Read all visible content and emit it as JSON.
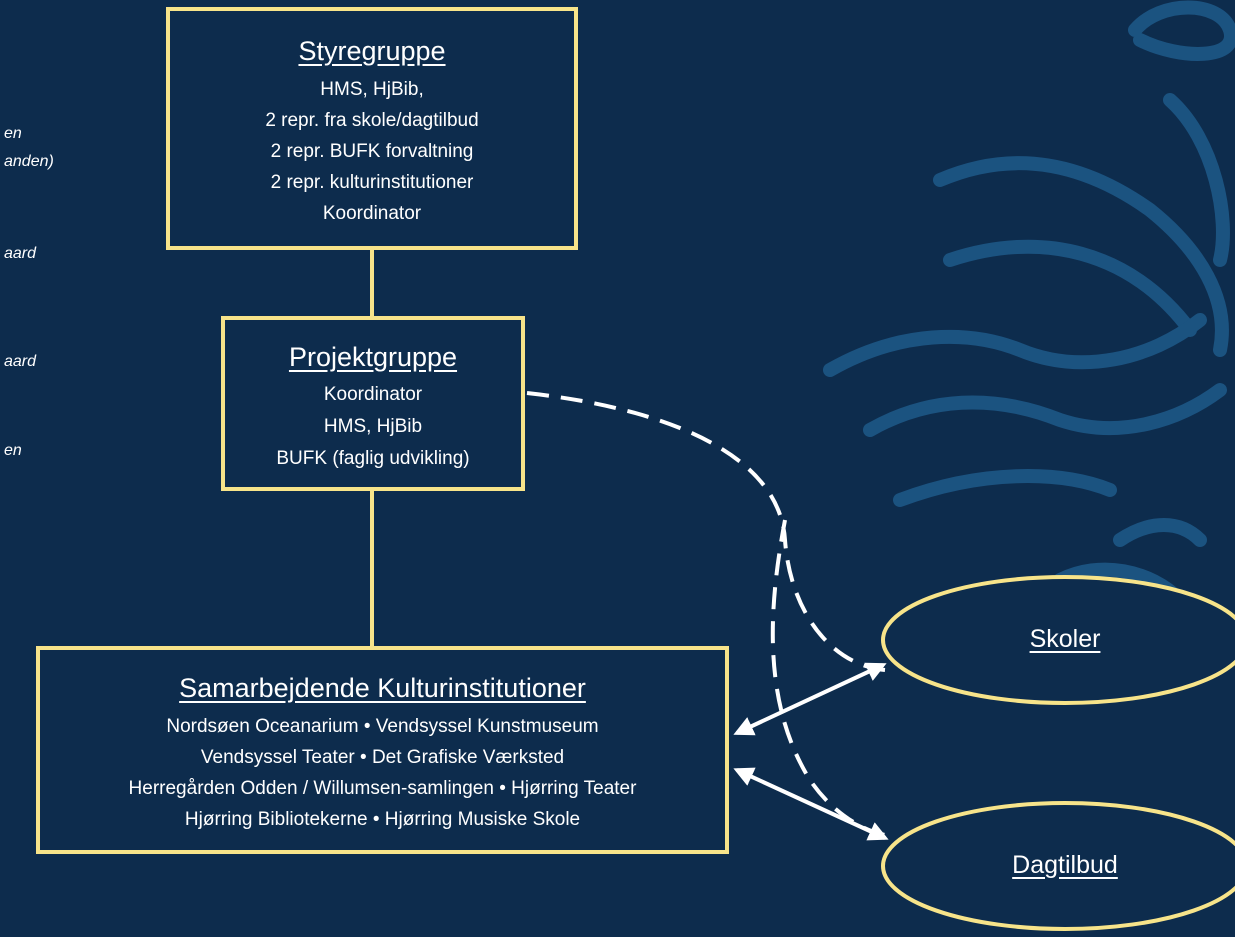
{
  "colors": {
    "background": "#0d2c4d",
    "border": "#f7e48a",
    "text": "#ffffff",
    "decor": "#1e5a8a"
  },
  "left_fragments": [
    "en",
    "anden)",
    "aard",
    "aard",
    "en"
  ],
  "styregruppe": {
    "title": "Styregruppe",
    "lines": [
      "HMS, HjBib,",
      "2 repr. fra skole/dagtilbud",
      "2 repr. BUFK forvaltning",
      "2 repr. kulturinstitutioner",
      "Koordinator"
    ]
  },
  "projektgruppe": {
    "title": "Projektgruppe",
    "lines": [
      "Koordinator",
      "HMS, HjBib",
      "BUFK (faglig udvikling)"
    ]
  },
  "kulturinstitutioner": {
    "title": "Samarbejdende Kulturinstitutioner",
    "lines": [
      "Nordsøen Oceanarium • Vendsyssel Kunstmuseum",
      "Vendsyssel Teater • Det Grafiske Værksted",
      "Herregården Odden / Willumsen-samlingen • Hjørring Teater",
      "Hjørring Bibliotekerne • Hjørring Musiske Skole"
    ]
  },
  "skoler": {
    "label": "Skoler"
  },
  "dagtilbud": {
    "label": "Dagtilbud"
  }
}
